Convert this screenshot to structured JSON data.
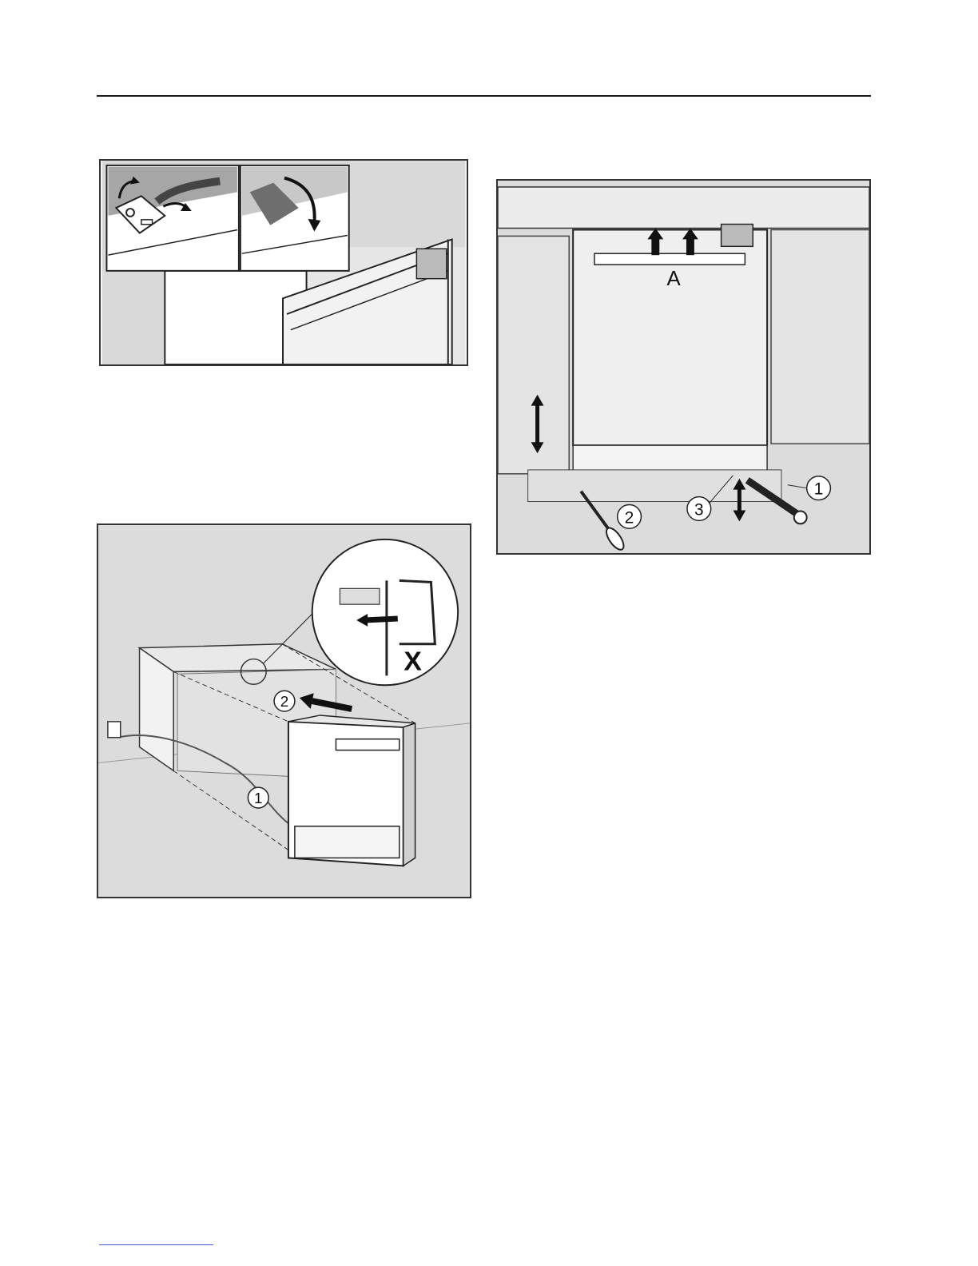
{
  "figures": {
    "fig1": {},
    "fig2": {
      "callout_1": "1",
      "callout_2": "2",
      "callout_x": "X"
    },
    "fig3": {
      "label_a": "A",
      "callout_1": "1",
      "callout_2": "2",
      "callout_3": "3"
    }
  },
  "colors": {
    "panel_grey": "#dcdcdc",
    "line": "#1a1a1a",
    "footer_link": "#3b5bd6"
  }
}
